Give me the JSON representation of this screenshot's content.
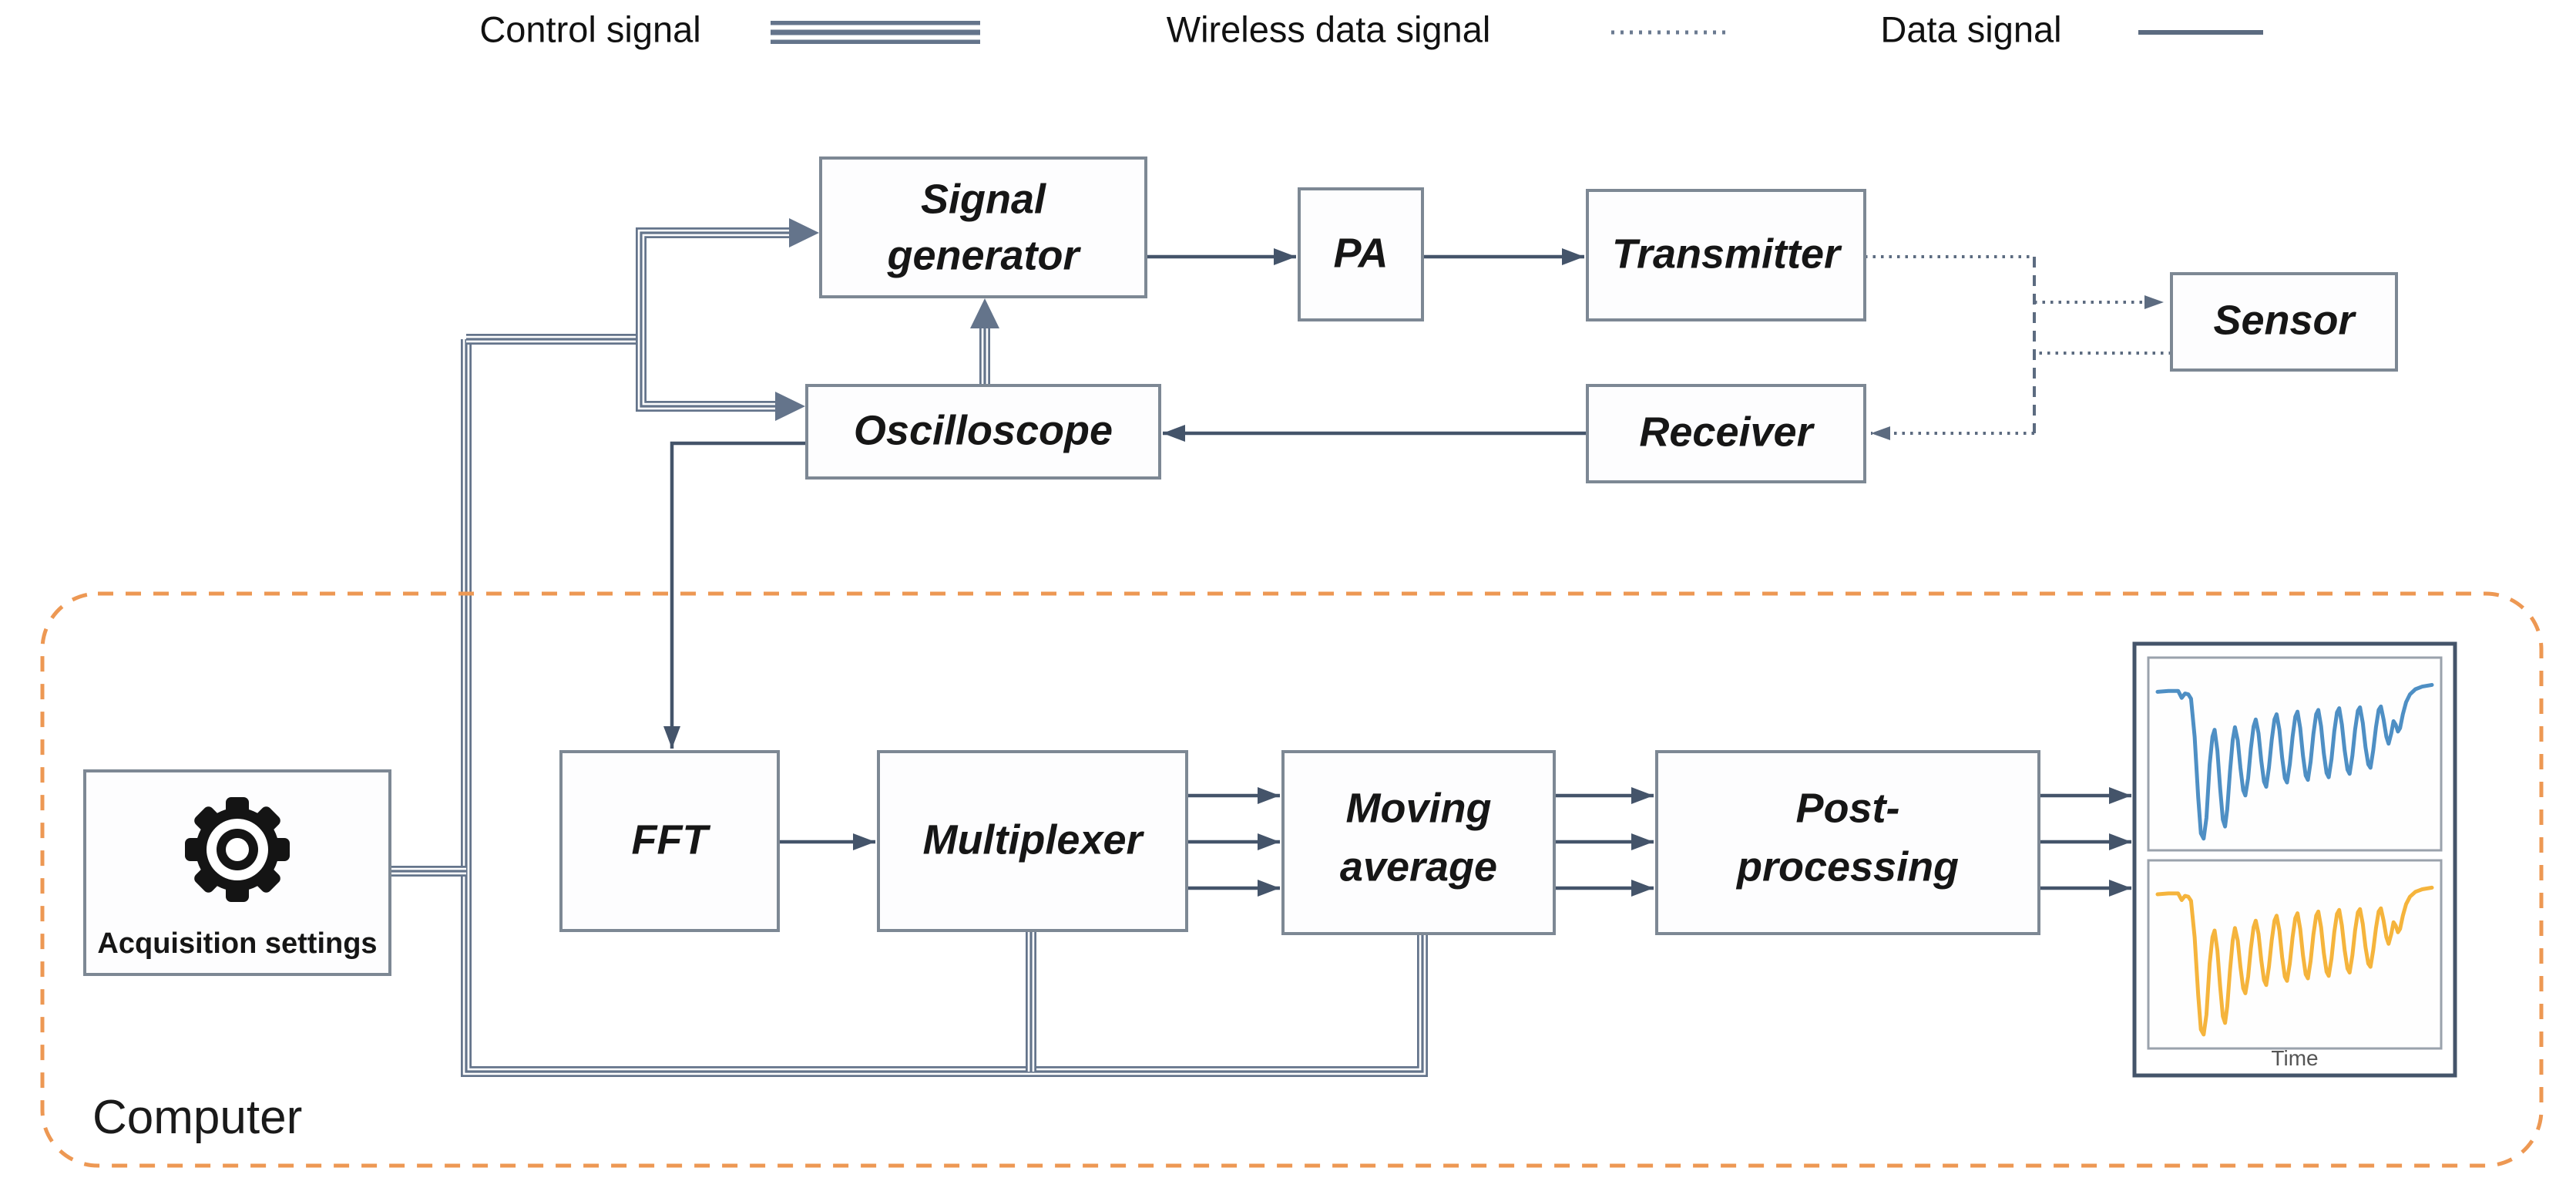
{
  "legend": {
    "items": [
      {
        "label": "Control signal",
        "symbol": "triple-line"
      },
      {
        "label": "Wireless data signal",
        "symbol": "dotted-line"
      },
      {
        "label": "Data signal",
        "symbol": "solid-line"
      }
    ]
  },
  "nodes": {
    "signal_generator": {
      "label": "Signal generator",
      "line1": "Signal",
      "line2": "generator"
    },
    "pa": {
      "label": "PA"
    },
    "transmitter": {
      "label": "Transmitter"
    },
    "sensor": {
      "label": "Sensor"
    },
    "receiver": {
      "label": "Receiver"
    },
    "oscilloscope": {
      "label": "Oscilloscope"
    },
    "fft": {
      "label": "FFT"
    },
    "multiplexer": {
      "label": "Multiplexer"
    },
    "moving_average": {
      "label": "Moving average",
      "line1": "Moving",
      "line2": "average"
    },
    "post_processing": {
      "label": "Post-processing",
      "line1": "Post-",
      "line2": "processing"
    },
    "acquisition_settings": {
      "label": "Acquisition settings",
      "icon": "gear-icon"
    }
  },
  "computer_label": "Computer",
  "colors": {
    "control_line": "#64748b",
    "data_line": "#44546a",
    "wireless_line": "#5c6b80",
    "box_border": "#7d8894",
    "computer_border": "#ED9853",
    "blue_trace": "#4e8fc4",
    "orange_trace": "#f5b43c"
  },
  "chart_data": {
    "type": "line",
    "title": "",
    "xlabel": "Time",
    "ylabel": "",
    "grid": false,
    "legend_position": "none",
    "description": "Two stacked panels showing the same transient oscillatory signal (flat baseline, deep initial dips, oscillation with rising envelope, small notch, recovery to baseline)",
    "series": [
      {
        "name": "top-panel-trace",
        "color": "#4e8fc4"
      },
      {
        "name": "bottom-panel-trace",
        "color": "#f5b43c"
      }
    ],
    "waveform_xy": [
      [
        0.0,
        0.14
      ],
      [
        0.04,
        0.135
      ],
      [
        0.075,
        0.135
      ],
      [
        0.088,
        0.175
      ],
      [
        0.1,
        0.15
      ],
      [
        0.112,
        0.155
      ],
      [
        0.122,
        0.18
      ],
      [
        0.135,
        0.4
      ],
      [
        0.148,
        0.75
      ],
      [
        0.158,
        0.96
      ],
      [
        0.168,
        0.99
      ],
      [
        0.178,
        0.87
      ],
      [
        0.19,
        0.56
      ],
      [
        0.2,
        0.4
      ],
      [
        0.208,
        0.36
      ],
      [
        0.218,
        0.48
      ],
      [
        0.228,
        0.7
      ],
      [
        0.238,
        0.88
      ],
      [
        0.246,
        0.92
      ],
      [
        0.254,
        0.82
      ],
      [
        0.264,
        0.6
      ],
      [
        0.274,
        0.42
      ],
      [
        0.282,
        0.345
      ],
      [
        0.292,
        0.42
      ],
      [
        0.302,
        0.58
      ],
      [
        0.312,
        0.71
      ],
      [
        0.32,
        0.74
      ],
      [
        0.33,
        0.64
      ],
      [
        0.34,
        0.47
      ],
      [
        0.35,
        0.34
      ],
      [
        0.358,
        0.3
      ],
      [
        0.368,
        0.38
      ],
      [
        0.378,
        0.54
      ],
      [
        0.388,
        0.66
      ],
      [
        0.396,
        0.69
      ],
      [
        0.406,
        0.58
      ],
      [
        0.416,
        0.42
      ],
      [
        0.426,
        0.3
      ],
      [
        0.434,
        0.27
      ],
      [
        0.444,
        0.36
      ],
      [
        0.454,
        0.52
      ],
      [
        0.464,
        0.64
      ],
      [
        0.472,
        0.665
      ],
      [
        0.482,
        0.56
      ],
      [
        0.492,
        0.4
      ],
      [
        0.502,
        0.285
      ],
      [
        0.51,
        0.255
      ],
      [
        0.52,
        0.35
      ],
      [
        0.53,
        0.51
      ],
      [
        0.54,
        0.625
      ],
      [
        0.548,
        0.65
      ],
      [
        0.558,
        0.545
      ],
      [
        0.568,
        0.385
      ],
      [
        0.578,
        0.27
      ],
      [
        0.586,
        0.245
      ],
      [
        0.596,
        0.34
      ],
      [
        0.606,
        0.495
      ],
      [
        0.616,
        0.61
      ],
      [
        0.624,
        0.635
      ],
      [
        0.634,
        0.53
      ],
      [
        0.644,
        0.37
      ],
      [
        0.654,
        0.26
      ],
      [
        0.662,
        0.235
      ],
      [
        0.672,
        0.33
      ],
      [
        0.682,
        0.48
      ],
      [
        0.692,
        0.59
      ],
      [
        0.7,
        0.615
      ],
      [
        0.71,
        0.51
      ],
      [
        0.72,
        0.36
      ],
      [
        0.73,
        0.25
      ],
      [
        0.738,
        0.23
      ],
      [
        0.748,
        0.32
      ],
      [
        0.758,
        0.46
      ],
      [
        0.768,
        0.56
      ],
      [
        0.776,
        0.58
      ],
      [
        0.786,
        0.48
      ],
      [
        0.796,
        0.345
      ],
      [
        0.806,
        0.245
      ],
      [
        0.814,
        0.225
      ],
      [
        0.824,
        0.3
      ],
      [
        0.834,
        0.4
      ],
      [
        0.842,
        0.44
      ],
      [
        0.852,
        0.38
      ],
      [
        0.86,
        0.31
      ],
      [
        0.868,
        0.33
      ],
      [
        0.876,
        0.37
      ],
      [
        0.884,
        0.35
      ],
      [
        0.894,
        0.27
      ],
      [
        0.906,
        0.2
      ],
      [
        0.92,
        0.155
      ],
      [
        0.94,
        0.125
      ],
      [
        0.965,
        0.11
      ],
      [
        1.0,
        0.1
      ]
    ]
  }
}
